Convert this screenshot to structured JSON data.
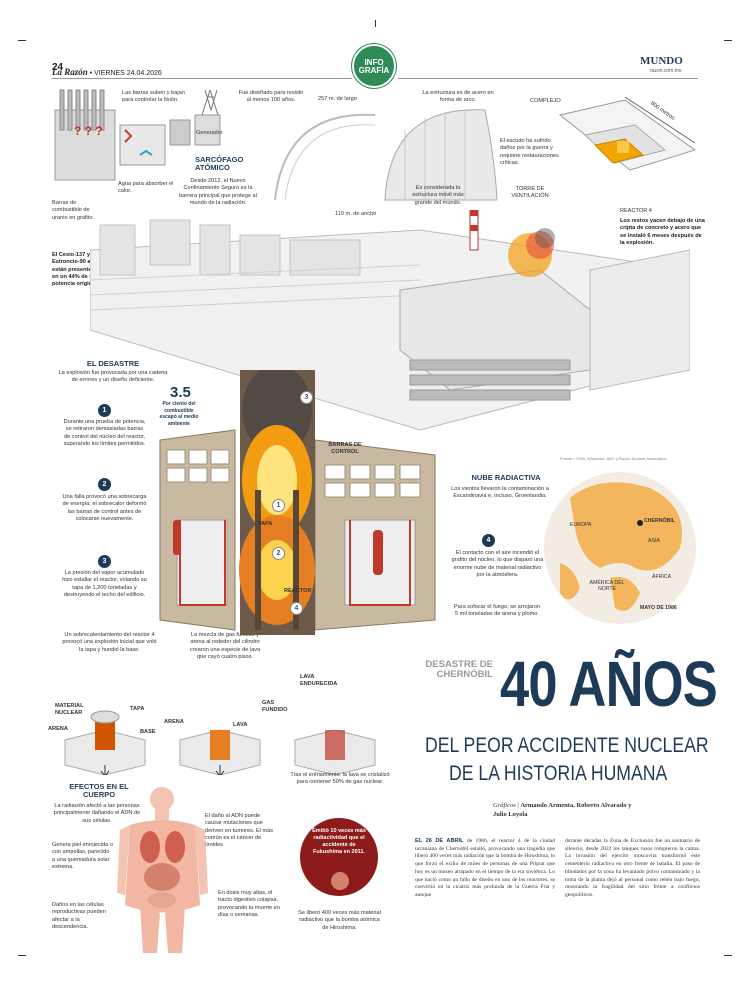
{
  "header": {
    "page": "24",
    "paper": "La Razón",
    "date": "• VIERNES 24.04.2026",
    "badge": "INFO\nGRAFÍA",
    "section": "MUNDO",
    "web": "razon.com.mx"
  },
  "reactor_diagram": {
    "rods_note": "Las barras suben y bajan para controlar la fisión.",
    "generator": "Generador",
    "water": "Agua para absorber el calor.",
    "fuel": "Barras de combustible de uranio en grafito.",
    "cesium": "El Cesio-137 y el Estroncio-90 aún están presentes en un 44% de su potencia original."
  },
  "sarcophagus": {
    "title": "SARCÓFAGO ATÓMICO",
    "text": "Desde 2012, el Nuevo Confinamiento Seguro es la barrera principal que protege al mundo de la radiación.",
    "designed": "Fue diseñado para resistir al menos 100 años.",
    "length": "257 m. de largo",
    "steel": "La estructura es de acero en forma de arco.",
    "width": "110 m. de ancho",
    "mobile": "Es considerada la estructura móvil más grande del mundo.",
    "tower": "TORRE DE VENTILACIÓN",
    "shield": "El escudo ha sufrido daños por la guerra y requiere restauraciones críticas."
  },
  "complex": {
    "label": "COMPLEJO",
    "size": "800 metros",
    "reactor4": "REACTOR 4",
    "remains": "Los restos yacen debajo de una cripta de concreto y acero que se instaló 6 meses después de la explosión."
  },
  "disaster": {
    "title": "EL DESASTRE",
    "intro": "La explosión fue provocada por una cadena de errores y un diseño deficiente.",
    "percent": "3.5",
    "percent_note": "Por ciento del combustible escapó al medio ambiente",
    "steps": [
      {
        "n": "1",
        "text": "Durante una prueba de potencia, se retiraron demasiadas barras de control del núcleo del reactor, superando los límites permitidos."
      },
      {
        "n": "2",
        "text": "Una falla provocó una sobrecarga de energía; el sobrecalor deformó las barras de control antes de colocarse nuevamente."
      },
      {
        "n": "3",
        "text": "La presión del vapor acumulado hizo estallar el reactor, volando su tapa de 1,200 toneladas y destruyendo el techo del edificio."
      }
    ],
    "overheat": "Un sobrecalentamiento del reactor 4 provocó una explosión inicial que voló la tapa y hundió la base.",
    "mix": "La mezcla de gas fundido y arena al rededor del cilindro crearon una especie de lava que cayó cuatro pisos.",
    "labels": {
      "rods": "BARRAS DE CONTROL",
      "lid": "TAPA",
      "reactor": "REACTOR"
    },
    "diagram_labels": {
      "nuclear": "MATERIAL NUCLEAR",
      "lid": "TAPA",
      "sand": "ARENA",
      "base": "BASE",
      "sand2": "ARENA",
      "lava": "LAVA",
      "gas": "GAS FUNDIDO",
      "lava_hard": "LAVA ENDURECIDA"
    },
    "cooling": "Tras el enfriamiento, la lava se cristalizó para contener 50% de gas nuclear.",
    "credit": "Fuente • CNN, Wikipedia, BBC y Razón Nuclear Association"
  },
  "cloud": {
    "title": "NUBE RADIACTIVA",
    "text": "Los vientos llevaron la contaminación a Escandinavia e, incluso, Groenlandia.",
    "step4": "4",
    "contact": "El contacto con el aire incendió el grafito del núcleo, lo que disparó una enorme nube de material radiactivo por la atmósfera.",
    "fire": "Para sofocar el fuego, se arrojaron 5 mil toneladas de arena y plomo.",
    "map": {
      "europe": "EUROPA",
      "chernobyl": "CHERNÓBIL",
      "asia": "ASIA",
      "africa": "ÁFRICA",
      "america": "AMÉRICA DEL NORTE",
      "date": "MAYO DE 1986"
    }
  },
  "headline": {
    "kicker": "DESASTRE DE CHERNÓBIL",
    "big": "40 AÑOS",
    "line1": "DEL PEOR ACCIDENTE NUCLEAR",
    "line2": "DE LA HISTORIA HUMANA",
    "credits_label": "Gráficos",
    "credits": "Armando Armenta, Roberto Alvarado y Julio Loyola"
  },
  "body": {
    "col1_lead": "EL 26 DE ABRIL",
    "col1": "de 1986, el reactor 4 de la ciudad ucraniana de Chernóbil estalló, provocando una tragedia que liberó 400 veces más radiación que la bomba de Hiroshima, lo que forzó el exilio de miles de personas de una Prípiat que hoy es un museo atrapado en el tiempo de la era soviética. Lo que nació como un fallo de diseño en uno de los reactores, se convirtió en la cicatriz más profunda de la Guerra Fría y aunque",
    "col2": "durante décadas la Zona de Exclusión fue un santuario de silencio, desde 2022 los tanques rusos rompieron la calma. La invasión del ejército moscovita transformó este cementerio radiactivo en otro frente de batalla. El paso de blindados por la zona ha levantado polvo contaminado y la toma de la planta dejó al personal como rehén bajo fuego, mostrando la fragilidad del sitio frente a conflictos geopolíticos."
  },
  "effects": {
    "title": "EFECTOS EN EL CUERPO",
    "intro": "La radiación afectó a las personas principalmente dañando el ADN de sus células.",
    "skin": "Genera piel enrojecida o con ampollas, parecido a una quemadura solar extrema.",
    "repro": "Daños en las células reproductivas pueden afectar a la descendencia.",
    "dna": "El daño al ADN puede causar mutaciones que deriven en tumores. El más común es el cáncer de tiroides",
    "dose": "En dosis muy altas, el tracto digestivo colapsa, provocando la muerte en días o semanas.",
    "fukushima": "Emitió 10 veces más radiactividad que el accidente de Fukushima en 2011.",
    "hiroshima": "Se liberó 400 veces más material radiactivo que la bomba atómica de Hiroshima."
  }
}
